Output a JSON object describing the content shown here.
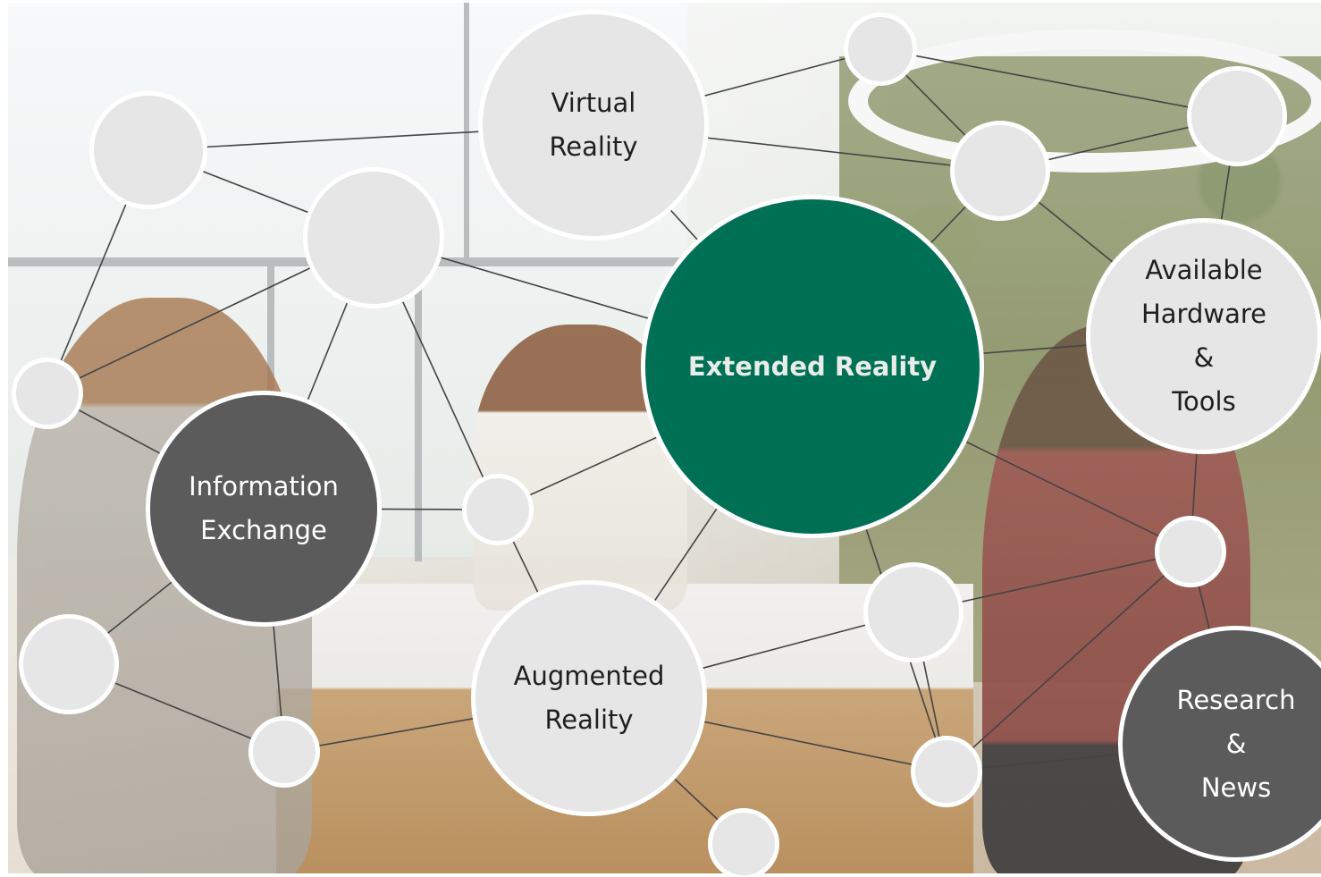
{
  "diagram": {
    "center_node": {
      "label": "Extended Reality",
      "color": "#007055"
    },
    "topic_nodes": [
      {
        "id": "virtual-reality",
        "label": "Virtual\nReality",
        "style": "light"
      },
      {
        "id": "augmented-reality",
        "label": "Augmented\nReality",
        "style": "light"
      },
      {
        "id": "information-exchange",
        "label": "Information\nExchange",
        "style": "dark"
      },
      {
        "id": "available-hardware-tools",
        "label": "Available\nHardware\n&\nTools",
        "style": "light"
      },
      {
        "id": "research-news",
        "label": "Research\n&\nNews",
        "style": "dark"
      }
    ],
    "colors": {
      "light_node": "#e6e6e6",
      "dark_node": "#5b5b5b",
      "center_node": "#007055",
      "connector": "#444444",
      "node_border": "#ffffff"
    }
  }
}
